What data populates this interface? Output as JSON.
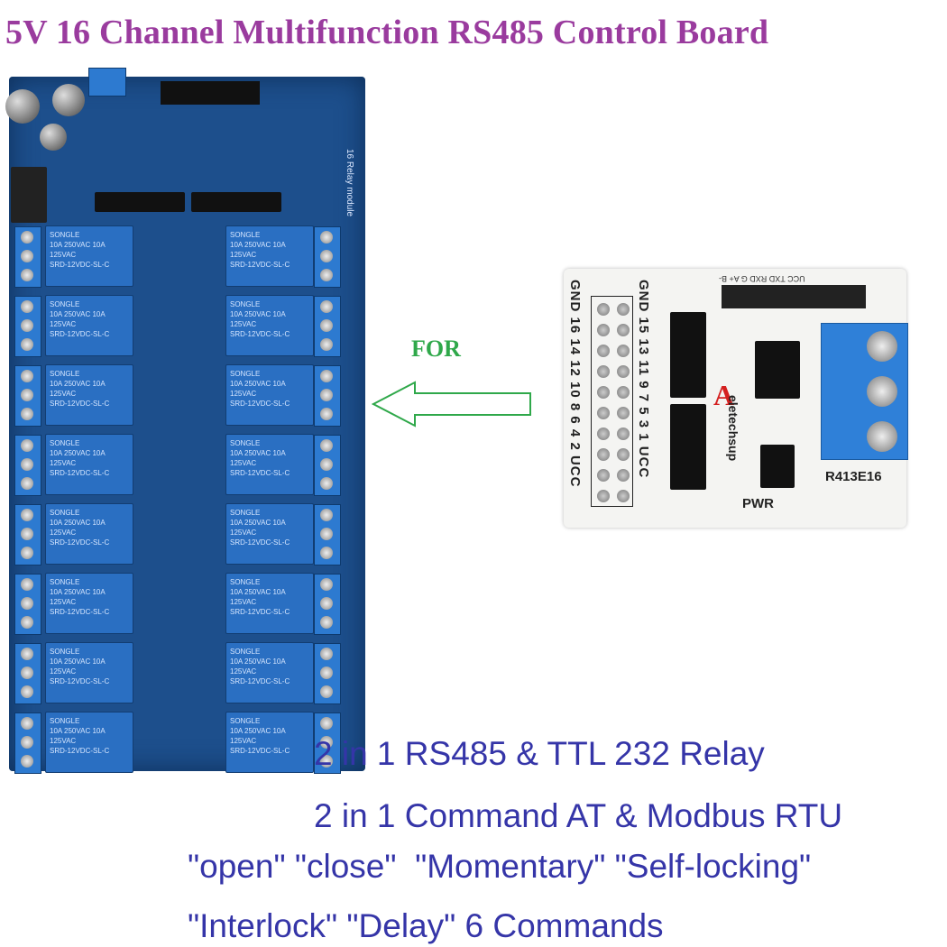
{
  "title": "5V 16 Channel Multifunction RS485 Control Board",
  "arrow_label": "FOR",
  "features": [
    "2 in 1 RS485 & TTL 232 Relay",
    "2 in 1 Command AT & Modbus RTU",
    "\"open\" \"close\"  \"Momentary\" \"Self-locking\"",
    "\"Interlock\" \"Delay\" 6 Commands"
  ],
  "relay_board": {
    "label": "16 Relay module",
    "relay_brand": "SONGLE",
    "relay_model": "SRD-12VDC-SL-C",
    "relay_rating": "10A 250VAC 10A 125VAC",
    "pcb_color": "#1d4f8c",
    "relay_color": "#2a6fc2"
  },
  "control_module": {
    "left_pins": [
      "GND",
      "16",
      "14",
      "12",
      "10",
      "8",
      "6",
      "4",
      "2",
      "UCC"
    ],
    "right_pins": [
      "GND",
      "15",
      "13",
      "11",
      "9",
      "7",
      "5",
      "3",
      "1",
      "UCC"
    ],
    "header_pins": "UCC TXD RXD G A+ B-",
    "brand": "eletechsup",
    "watermark": "A",
    "model": "R413E16",
    "pwr_label": "PWR",
    "board_color": "#f4f4f2",
    "terminal_color": "#2f80d8"
  },
  "colors": {
    "title": "#9a3b9e",
    "features": "#3535a8",
    "arrow": "#2fa84a"
  }
}
